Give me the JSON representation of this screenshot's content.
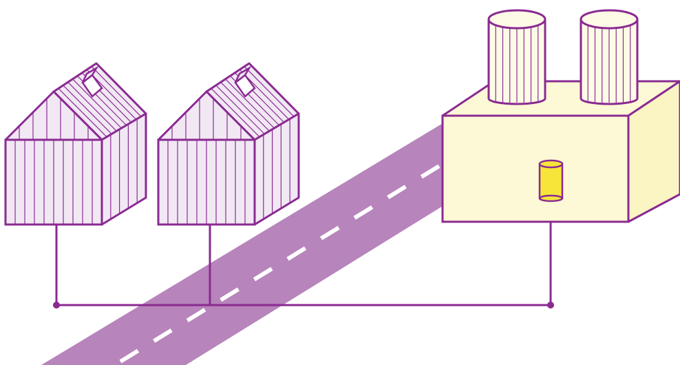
{
  "colors": {
    "outline": "#8a2a92",
    "greenhouse_fill": "#f1e8f4",
    "road": "#b784bb",
    "road_marking": "#ffffff",
    "factory_fill": "#fdf9d6",
    "factory_side": "#fbf5c4",
    "tank_fill": "#fdfbe6",
    "connector_fill": "#f6e63a"
  },
  "elements": {
    "greenhouses": [
      {
        "name": "greenhouse-1"
      },
      {
        "name": "greenhouse-2"
      }
    ],
    "factory": {
      "storage_tanks": 2,
      "heat_connector": 1
    },
    "pipe_network": {
      "junctions": 2
    }
  }
}
